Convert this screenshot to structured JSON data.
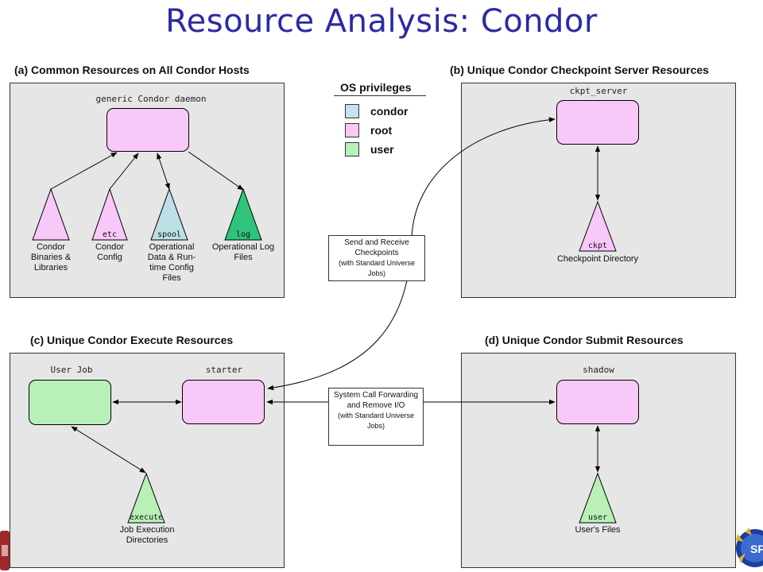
{
  "title": "Resource Analysis: Condor",
  "colors": {
    "condor": "#c0e4f0",
    "root": "#f8c8f8",
    "user": "#b8f0b8",
    "log_fill": "#2fc37c",
    "title": "#2a2aa6",
    "panel": "#e6e6e6"
  },
  "legend": {
    "title": "OS privileges",
    "items": [
      {
        "label": "condor"
      },
      {
        "label": "root"
      },
      {
        "label": "user"
      }
    ]
  },
  "panel_a": {
    "title": "(a) Common Resources on All Condor Hosts",
    "process_label": "generic Condor daemon",
    "resources": [
      {
        "tag": "",
        "caption": "Condor Binaries & Libraries"
      },
      {
        "tag": "etc",
        "caption": "Condor Config"
      },
      {
        "tag": "spool",
        "caption": "Operational Data & Run-time Config Files"
      },
      {
        "tag": "log",
        "caption": "Operational Log Files"
      }
    ]
  },
  "panel_b": {
    "title": "(b) Unique Condor Checkpoint Server Resources",
    "process_label": "ckpt_server",
    "resource": {
      "tag": "ckpt",
      "caption": "Checkpoint Directory"
    }
  },
  "panel_c": {
    "title": "(c) Unique Condor Execute Resources",
    "user_job_label": "User Job",
    "starter_label": "starter",
    "resource": {
      "tag": "execute",
      "caption": "Job Execution Directories"
    }
  },
  "panel_d": {
    "title": "(d) Unique Condor Submit Resources",
    "process_label": "shadow",
    "resource": {
      "tag": "user",
      "caption": "User's Files"
    }
  },
  "notes": {
    "checkpoint": {
      "line1": "Send and Receive Checkpoints",
      "line2": "(with Standard Universe Jobs)"
    },
    "syscall": {
      "line1": "System Call Forwarding and Remove I/O",
      "line2": "(with Standard Universe Jobs)"
    }
  }
}
